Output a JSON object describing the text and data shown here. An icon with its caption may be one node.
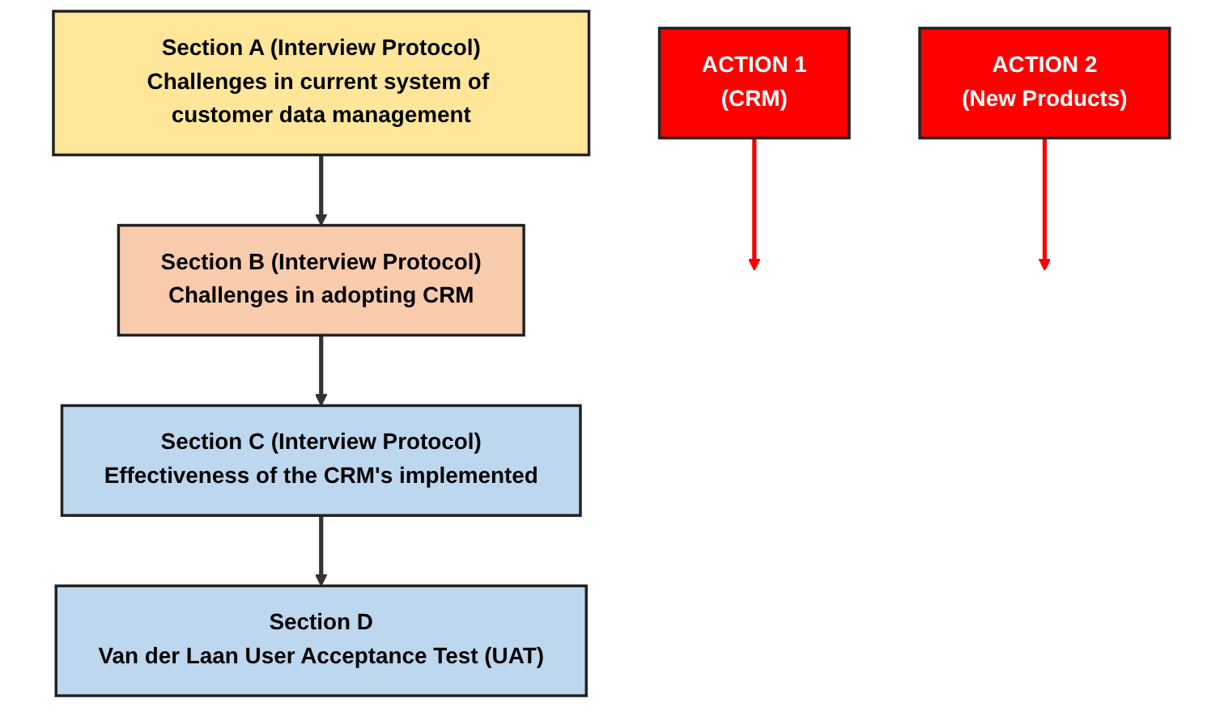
{
  "diagram": {
    "nodes": [
      {
        "text": [
          "Section A (Interview Protocol)",
          "Challenges in current system of customer data management"
        ]
      },
      {
        "text": [
          "Section B (Interview Protocol)",
          "Challenges in adopting CRM"
        ]
      },
      {
        "text": [
          "ACTION 1",
          "(CRM)"
        ]
      },
      {
        "text": [
          "ACTION 2",
          "(New Products)"
        ]
      },
      {
        "text": [
          "Section C (Interview Protocol)",
          "Effectiveness of the CRM's implemented"
        ]
      },
      {
        "text": [
          "Section D",
          "Van der Laan User Acceptance Test (UAT)"
        ]
      }
    ],
    "edges": [
      {
        "from": 0,
        "to": 1,
        "arrow": "to"
      },
      {
        "from": 1,
        "to": 4,
        "arrow": "to"
      },
      {
        "from": 2,
        "to": null,
        "arrow": "to",
        "color": "#ff0000"
      },
      {
        "from": 3,
        "to": null,
        "arrow": "to",
        "color": "#ff0000"
      },
      {
        "from": 4,
        "to": 5,
        "arrow": "to"
      }
    ]
  }
}
